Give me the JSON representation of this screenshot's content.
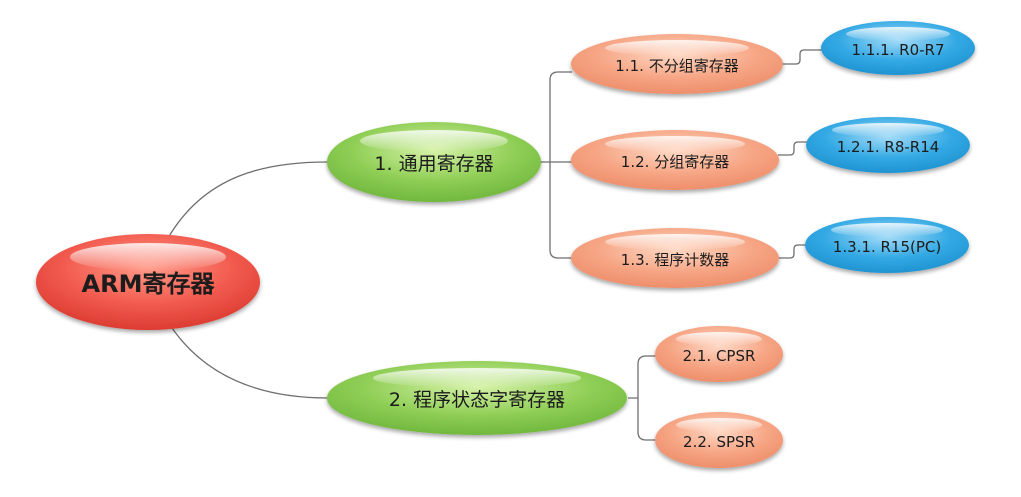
{
  "mindmap": {
    "root": {
      "label": "ARM寄存器"
    },
    "branch1": {
      "label": "1. 通用寄存器",
      "children": [
        {
          "label": "1.1. 不分组寄存器",
          "child": {
            "label": "1.1.1. R0-R7"
          }
        },
        {
          "label": "1.2. 分组寄存器",
          "child": {
            "label": "1.2.1. R8-R14"
          }
        },
        {
          "label": "1.3. 程序计数器",
          "child": {
            "label": "1.3.1. R15(PC)"
          }
        }
      ]
    },
    "branch2": {
      "label": "2. 程序状态字寄存器",
      "children": [
        {
          "label": "2.1. CPSR"
        },
        {
          "label": "2.2. SPSR"
        }
      ]
    },
    "colors": {
      "root": "#f25a4e",
      "level1": "#8fce55",
      "level2": "#f6a584",
      "level3": "#33a9e4",
      "connector": "#6e6e6e"
    }
  }
}
